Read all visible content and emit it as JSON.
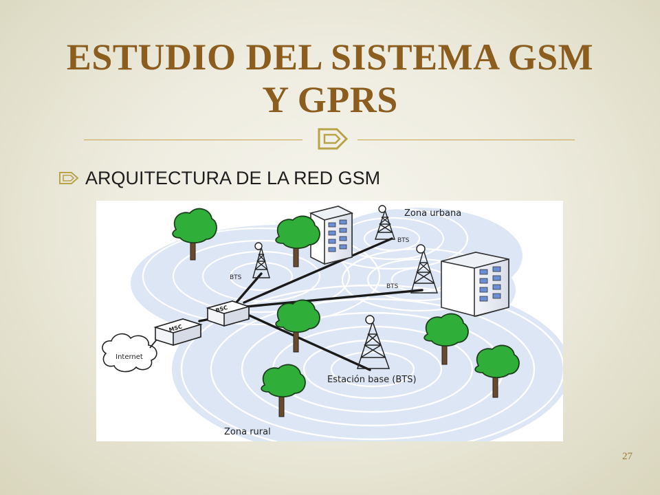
{
  "slide": {
    "title": "ESTUDIO DEL SISTEMA GSM Y GPRS",
    "bullet": "ARQUITECTURA DE LA RED GSM",
    "page_number": "27",
    "colors": {
      "title": "#8b5e1f",
      "rule": "#c9a44e",
      "accent": "#b8a24a"
    }
  },
  "diagram": {
    "zone_urbana": "Zona urbana",
    "zone_rural": "Zona rural",
    "internet": "Internet",
    "msc": "MSC",
    "bsc": "BSC",
    "bts": "BTS",
    "estacion_base": "Estación base (BTS)"
  }
}
